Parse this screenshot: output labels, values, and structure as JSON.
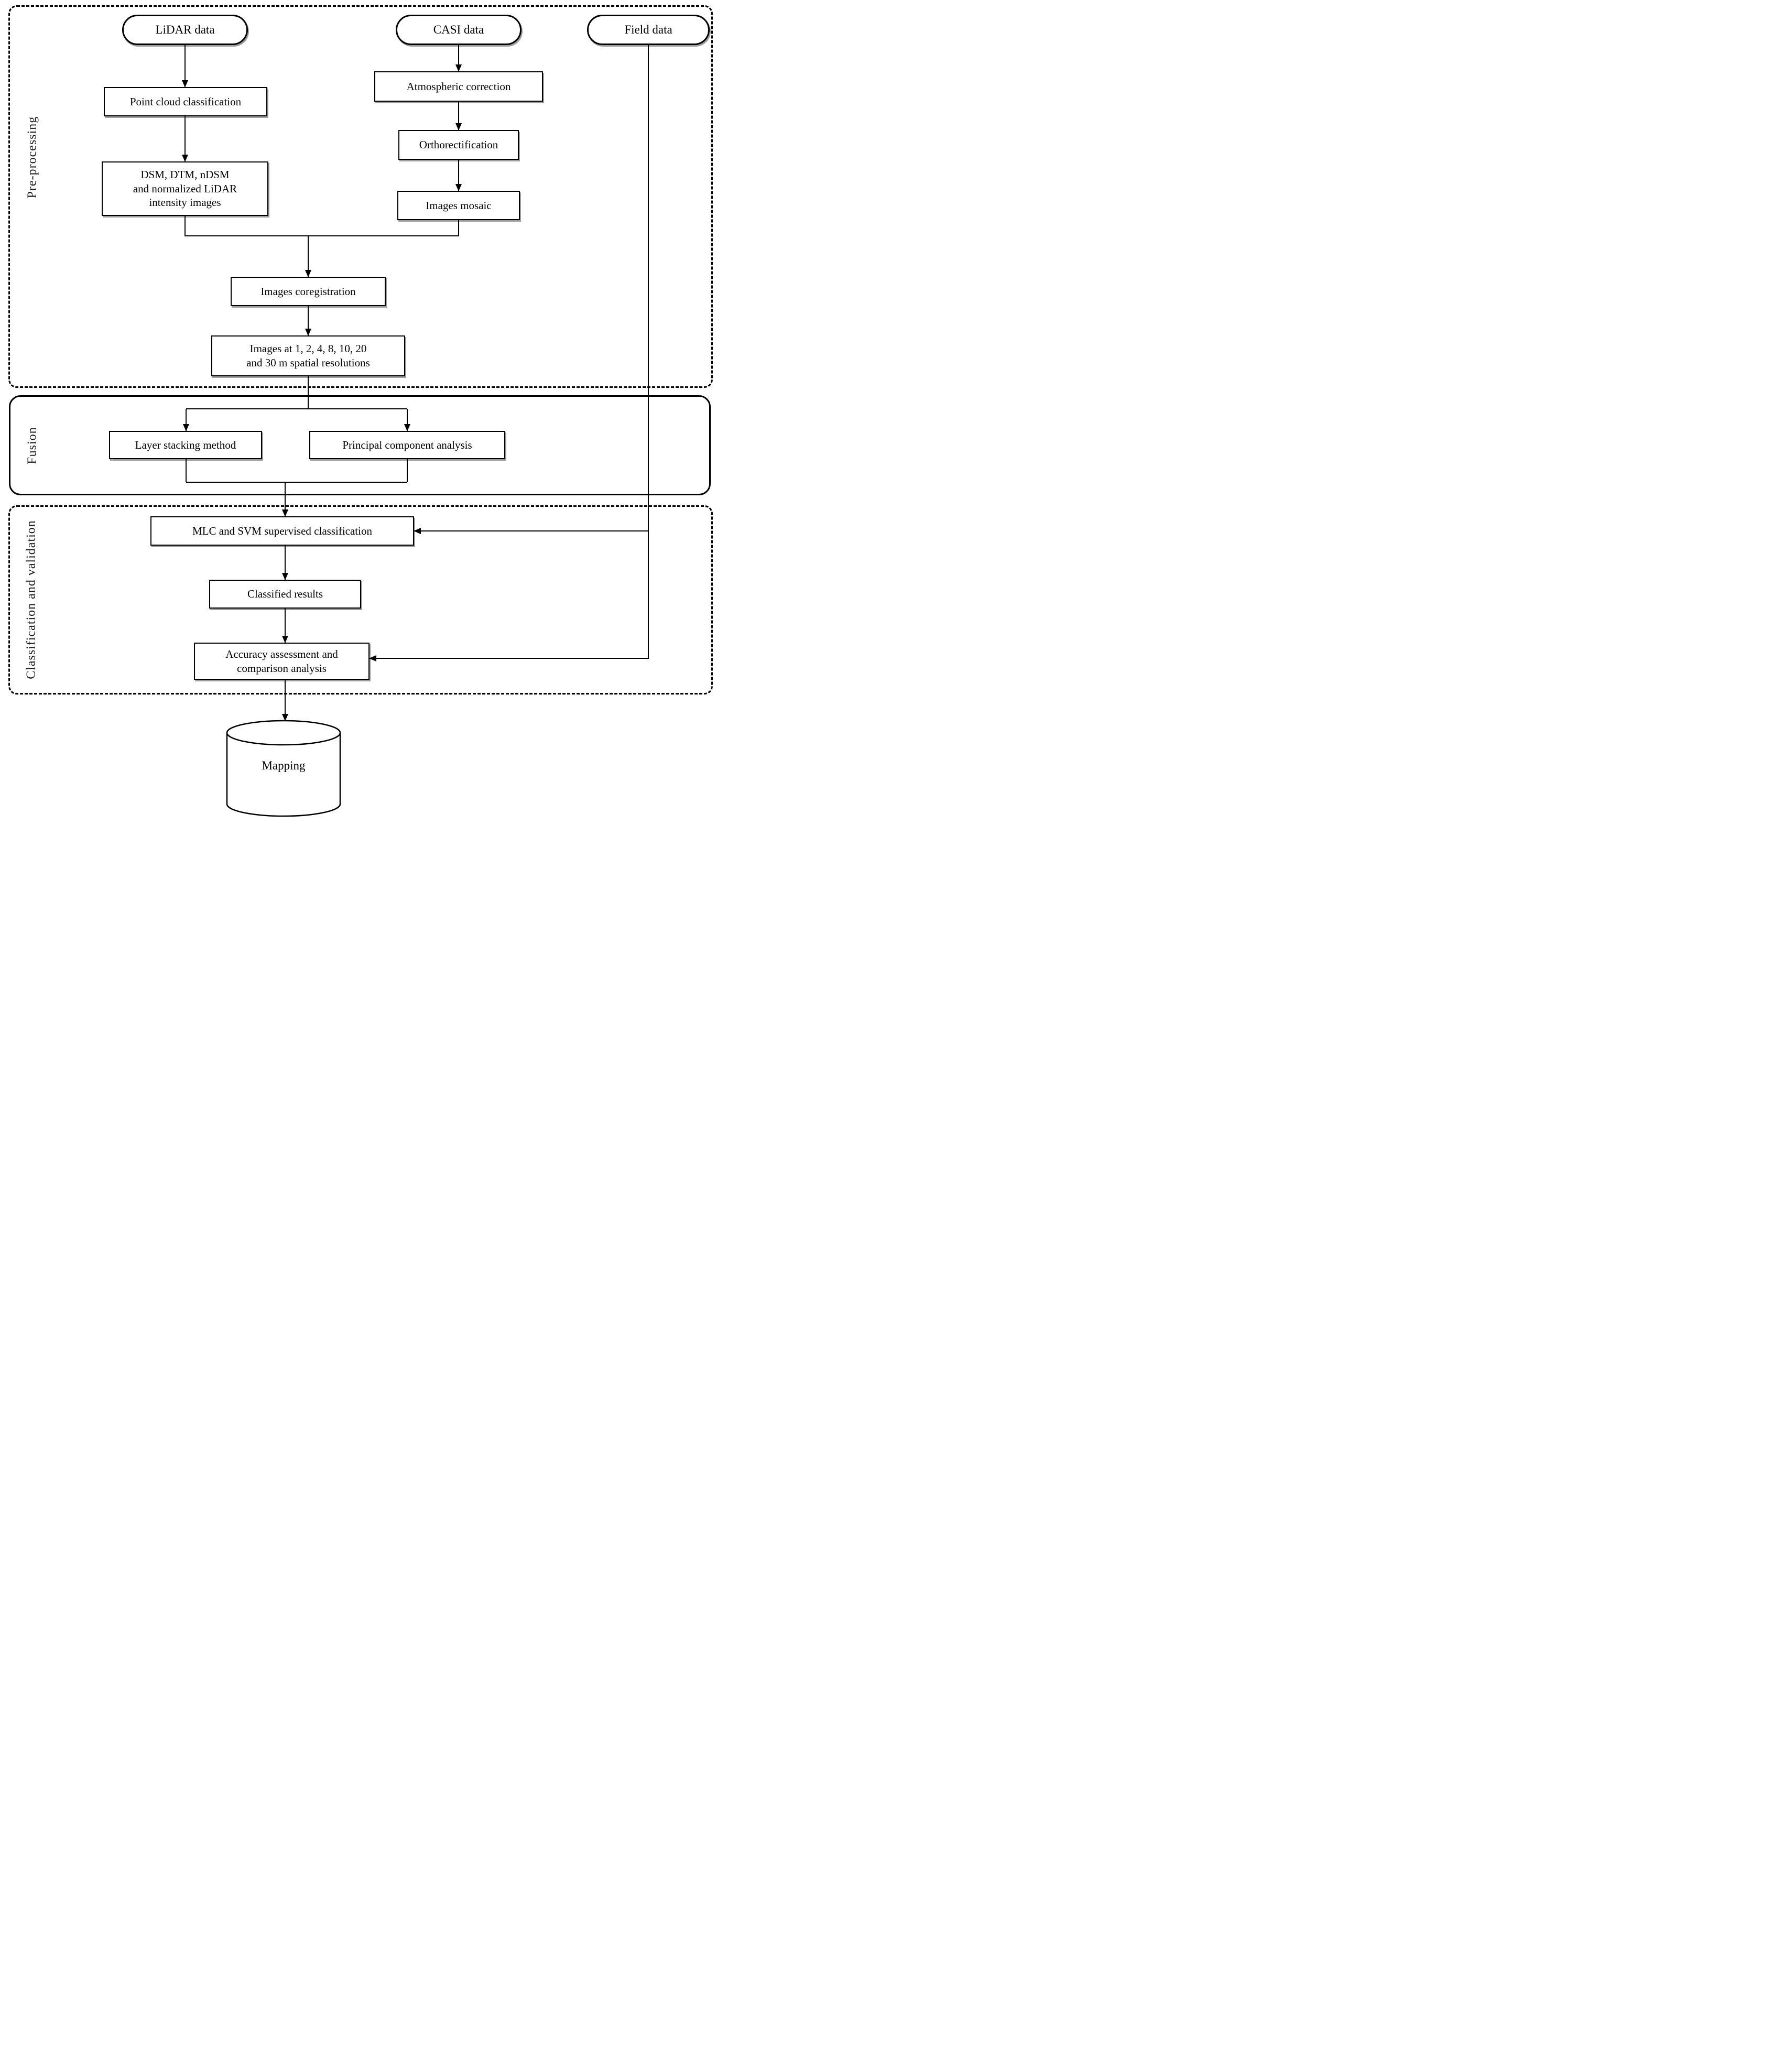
{
  "diagram": {
    "sections": [
      {
        "id": "preprocessing",
        "label": "Pre-processing"
      },
      {
        "id": "fusion",
        "label": "Fusion"
      },
      {
        "id": "classification",
        "label": "Classification and validation"
      }
    ],
    "nodes": {
      "lidar": "LiDAR data",
      "casi": "CASI data",
      "field": "Field data",
      "point_cloud": "Point cloud classification",
      "atmospheric": "Atmospheric correction",
      "ortho": "Orthorectification",
      "mosaic": "Images mosaic",
      "dsm": [
        "DSM, DTM, nDSM",
        "and normalized LiDAR",
        "intensity images"
      ],
      "coregistration": "Images coregistration",
      "resolutions": [
        "Images at 1, 2, 4, 8, 10, 20",
        "and 30 m spatial resolutions"
      ],
      "layer_stacking": "Layer stacking method",
      "pca": "Principal component analysis",
      "mlc_svm": "MLC and SVM supervised classification",
      "classified": "Classified results",
      "accuracy": [
        "Accuracy assessment and",
        "comparison analysis"
      ],
      "mapping": "Mapping"
    },
    "colors": {
      "line": "#000000",
      "background": "#ffffff",
      "box_fill": "#ffffff"
    }
  }
}
